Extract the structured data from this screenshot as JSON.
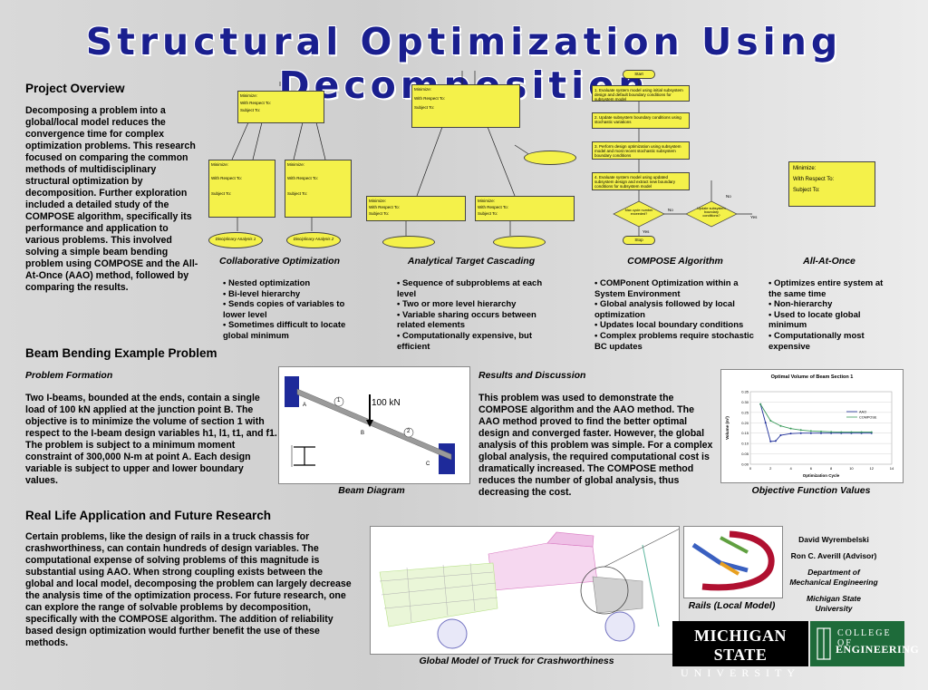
{
  "title": "Structural Optimization Using Decomposition",
  "project_overview": {
    "heading": "Project Overview",
    "text": "Decomposing a problem into a global/local model reduces the convergence time for complex optimization problems.  This research focused on comparing the common methods of multidisciplinary structural optimization by decomposition. Further exploration included a detailed study of the COMPOSE algorithm, specifically its performance and application to various problems. This involved solving a simple beam bending problem using COMPOSE and the All-At-Once (AAO) method, followed by comparing the results."
  },
  "methods": [
    {
      "name": "Collaborative Optimization",
      "bullets": [
        "• Nested optimization",
        "• Bi-level hierarchy",
        "• Sends copies of variables to lower level",
        "• Sometimes difficult to locate global minimum"
      ]
    },
    {
      "name": "Analytical Target Cascading",
      "bullets": [
        "• Sequence of subproblems at each level",
        "• Two or more level hierarchy",
        "• Variable sharing occurs between related elements",
        "• Computationally expensive, but efficient"
      ]
    },
    {
      "name": "COMPOSE Algorithm",
      "bullets": [
        "• COMPonent Optimization within a System Environment",
        "• Global analysis followed by local optimization",
        "• Updates local boundary conditions",
        "• Complex problems require stochastic BC updates"
      ]
    },
    {
      "name": "All-At-Once",
      "bullets": [
        "• Optimizes entire system at the same time",
        "• Non-hierarchy",
        "• Used to locate global minimum",
        "• Computationally most expensive"
      ]
    }
  ],
  "co_diagram": {
    "minimize": "Minimize:",
    "wrt": "With Respect To:",
    "subject": "Subject To:",
    "analysis1": "Disciplinary Analysis 1",
    "analysis2": "Disciplinary Analysis 2"
  },
  "compose_flow": {
    "start": "Start",
    "step1": "1. Evaluate system model using initial subsystem design and default boundary conditions for subsystem model",
    "step2": "2. Update subsystem boundary conditions using stochastic variations",
    "step3": "3. Perform design optimization using subsystem model and most recent stochastic subsystem boundary conditions",
    "step4": "4. Evaluate system model using updated subsystem design and extract new boundary conditions for subsystem model",
    "decision1": "Max cycle number exceeded?",
    "decision2": "Update subsystem boundary conditions?",
    "yes": "Yes",
    "no": "No",
    "stop": "Stop"
  },
  "aao_box": {
    "minimize": "Minimize:",
    "wrt": "With Respect To:",
    "subject": "Subject To:"
  },
  "beam_section": {
    "heading": "Beam Bending Example Problem",
    "sub": "Problem Formation",
    "text": "Two I-beams, bounded at the ends, contain a single load of 100 kN applied at the junction point B.  The objective is to minimize the volume of section 1 with respect to the I-beam design variables h1, l1, t1, and f1.  The problem is subject to a minimum moment constraint of 300,000 N-m at point A.  Each design variable is subject to upper and lower boundary values.",
    "load_label": "100 kN",
    "point_a": "A",
    "point_b": "B",
    "point_c": "C",
    "sec1": "1",
    "sec2": "2",
    "caption": "Beam Diagram"
  },
  "results": {
    "sub": "Results and Discussion",
    "text": "This problem was used to demonstrate the COMPOSE algorithm and the AAO method.  The AAO method proved to find the better optimal design and converged faster.  However, the global analysis of this problem was simple.  For a complex global analysis, the required computational cost is dramatically increased.  The COMPOSE method reduces the number of global analysis, thus decreasing the cost.",
    "caption": "Objective Function Values"
  },
  "chart_data": {
    "type": "line",
    "title": "Optimal Volume of Beam Section 1",
    "xlabel": "Optimization Cycle",
    "ylabel": "Volume (m³)",
    "xlim": [
      0,
      14
    ],
    "ylim": [
      0,
      0.35
    ],
    "xticks": [
      0,
      2,
      4,
      6,
      8,
      10,
      12,
      14
    ],
    "yticks": [
      0,
      0.05,
      0.1,
      0.15,
      0.2,
      0.25,
      0.3,
      0.35
    ],
    "legend": "right",
    "series": [
      {
        "name": "AAO",
        "color": "#1f2f9a",
        "x": [
          1,
          1.5,
          2,
          2.5,
          3,
          4,
          5,
          6,
          7,
          8,
          9,
          10,
          11,
          12
        ],
        "y": [
          0.29,
          0.2,
          0.11,
          0.112,
          0.14,
          0.148,
          0.15,
          0.15,
          0.15,
          0.15,
          0.15,
          0.15,
          0.15,
          0.15
        ]
      },
      {
        "name": "COMPOSE",
        "color": "#3a9a5a",
        "x": [
          1,
          2,
          3,
          4,
          5,
          6,
          7,
          8,
          9,
          10,
          11,
          12
        ],
        "y": [
          0.29,
          0.21,
          0.185,
          0.172,
          0.165,
          0.16,
          0.158,
          0.156,
          0.155,
          0.155,
          0.155,
          0.155
        ]
      }
    ]
  },
  "real_life": {
    "heading": "Real Life Application and Future Research",
    "text": "Certain problems, like the design of rails in a truck chassis for crashworthiness, can contain hundreds of design variables.  The computational expense of solving problems of this magnitude is substantial using AAO.  When strong coupling exists between the global and local model, decomposing the problem can largely decrease the analysis time of the optimization process.  For future research, one can explore the range of solvable problems by decomposition, specifically with the COMPOSE algorithm.  The addition of reliability based design optimization would further benefit the use of these methods.",
    "truck_caption": "Global Model of Truck for Crashworthiness",
    "rails_caption": "Rails (Local Model)"
  },
  "credits": {
    "author": "David Wyrembelski",
    "advisor": "Ron C. Averill (Advisor)",
    "dept": "Department of Mechanical Engineering",
    "univ": "Michigan State University"
  },
  "logos": {
    "msu_line1": "MICHIGAN STATE",
    "msu_line2": "UNIVERSITY",
    "college_line1": "COLLEGE OF",
    "college_line2": "ENGINEERING"
  },
  "colors": {
    "title": "#1a1f8f",
    "box": "#f4f14a",
    "msu_green": "#1e6b3a"
  }
}
